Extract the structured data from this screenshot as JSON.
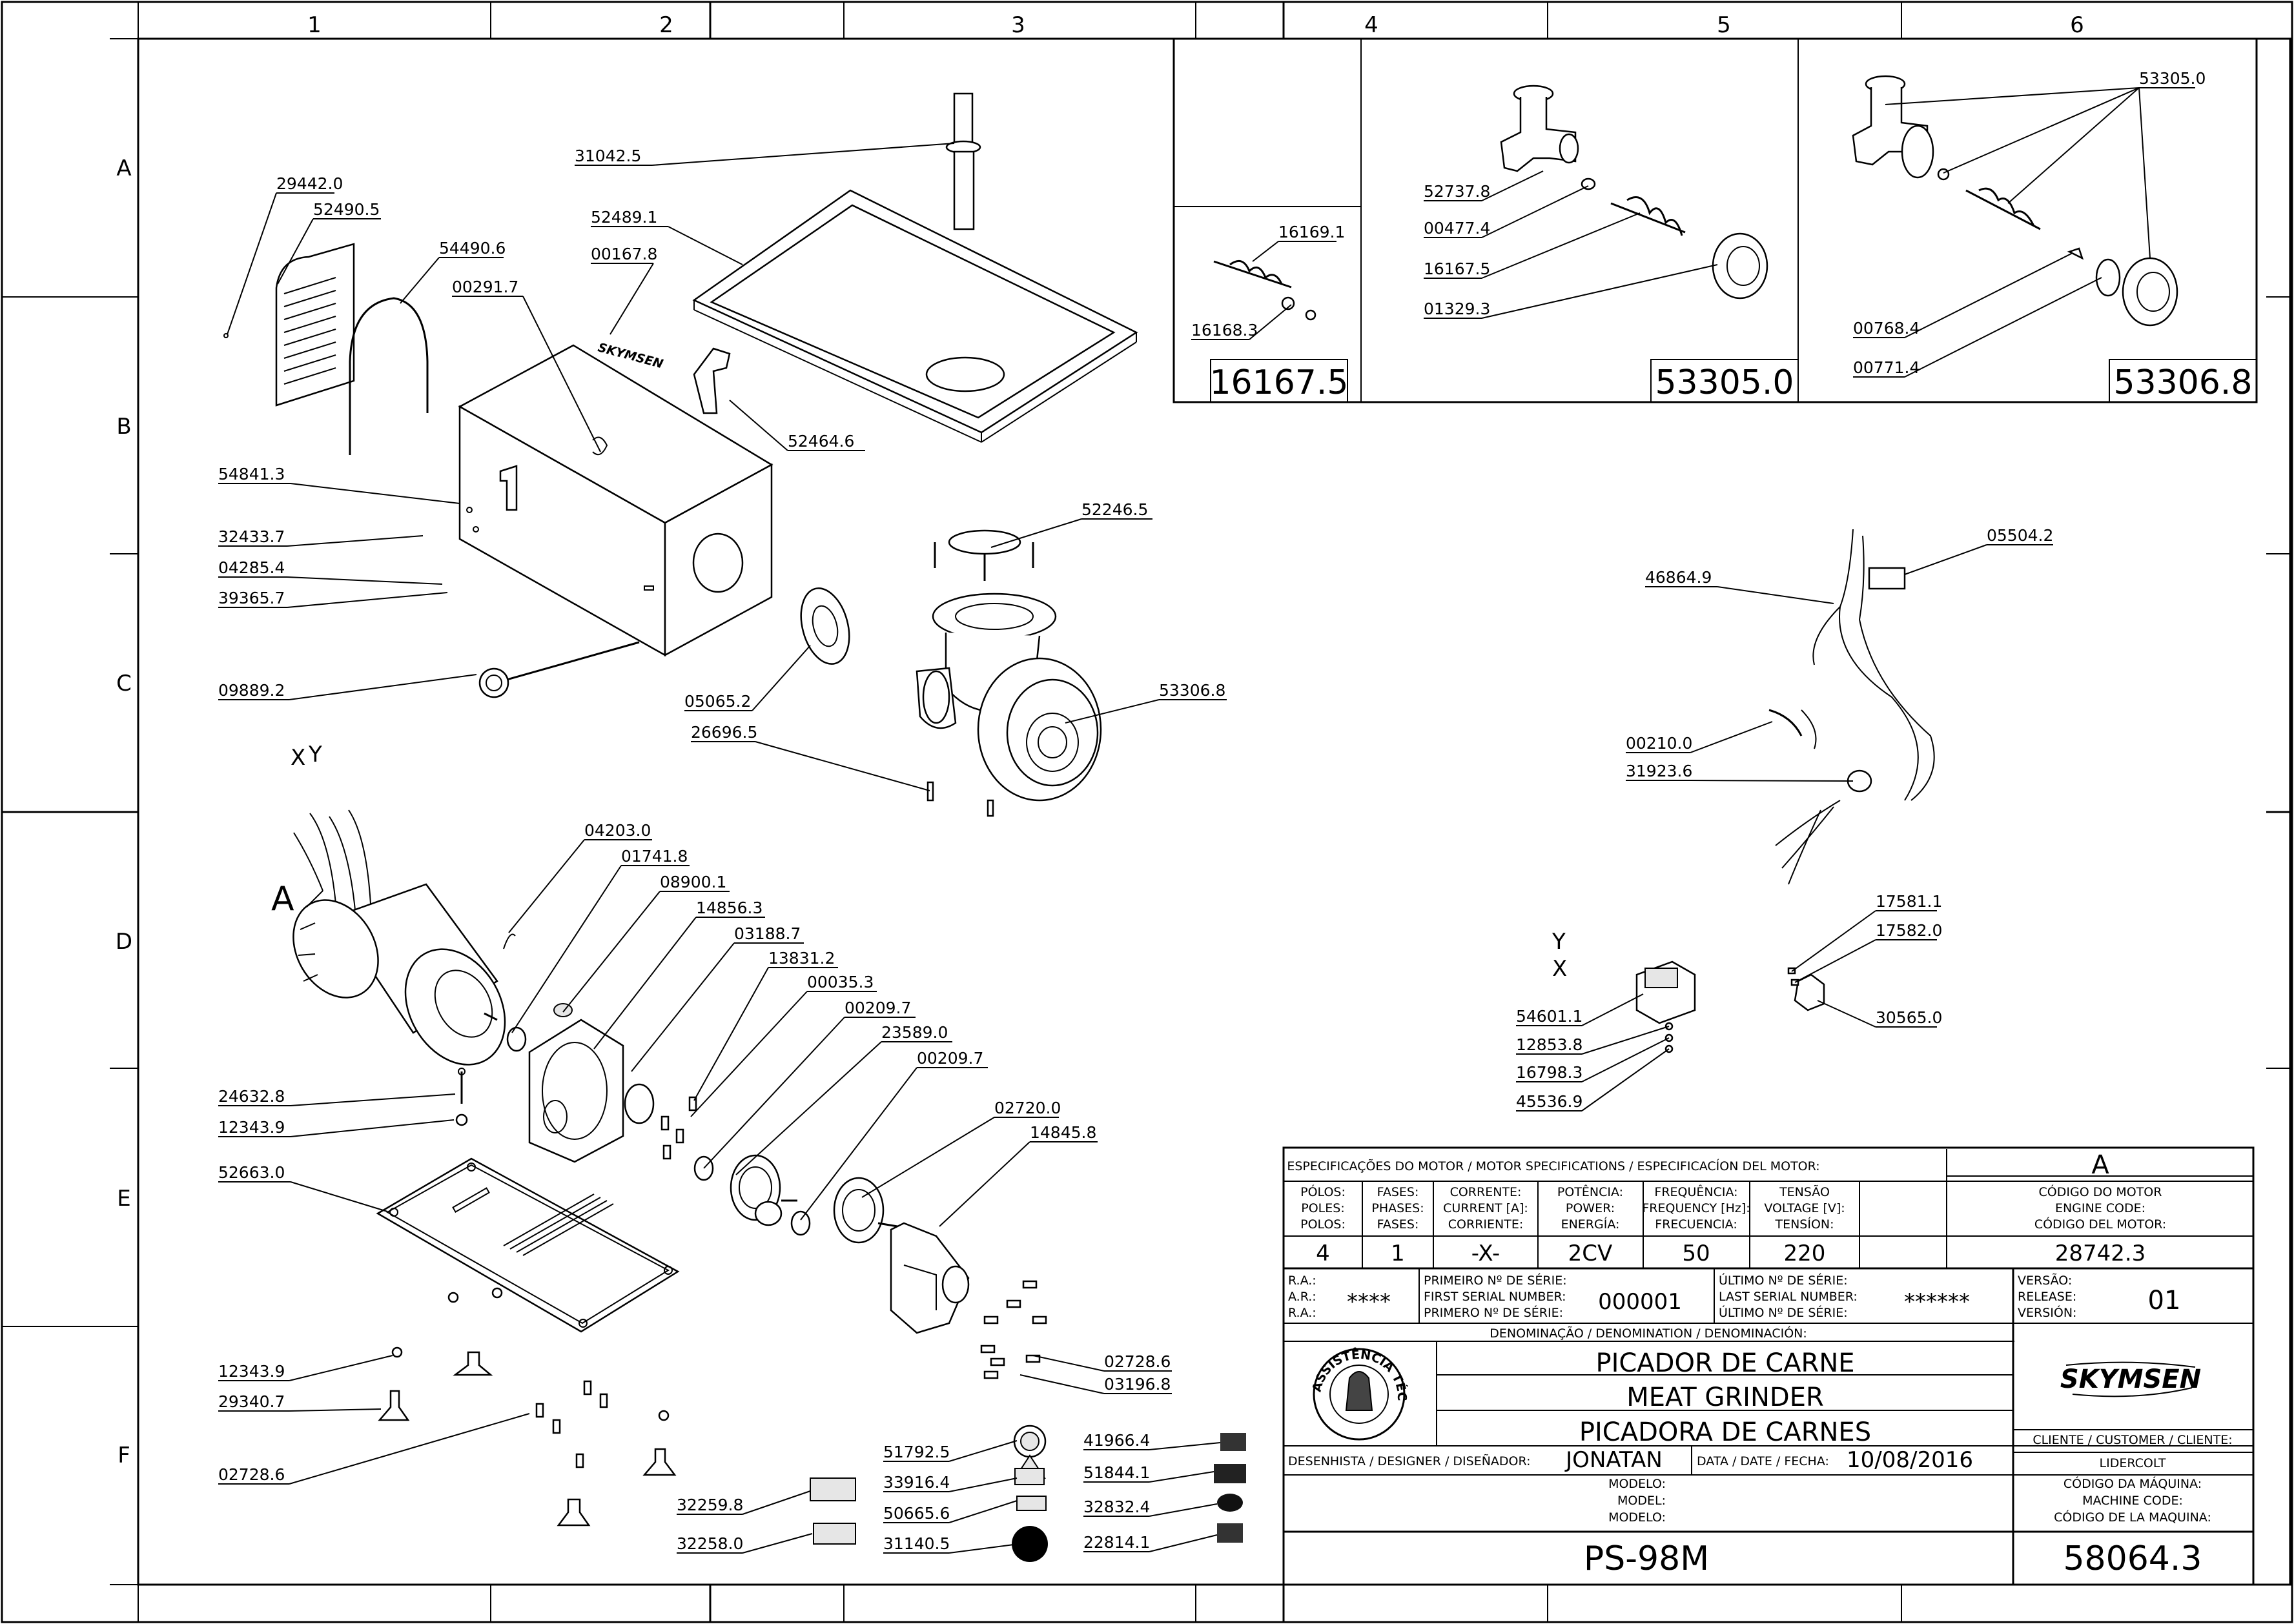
{
  "zones": {
    "columns": [
      "1",
      "2",
      "3",
      "4",
      "5",
      "6"
    ],
    "rows": [
      "A",
      "B",
      "C",
      "D",
      "E",
      "F"
    ]
  },
  "view_marks": {
    "a": "A",
    "x": "X",
    "y": "Y"
  },
  "parts": [
    {
      "id": "p1",
      "label": "31042.5"
    },
    {
      "id": "p2",
      "label": "52489.1"
    },
    {
      "id": "p3",
      "label": "00167.8"
    },
    {
      "id": "p4",
      "label": "29442.0"
    },
    {
      "id": "p5",
      "label": "52490.5"
    },
    {
      "id": "p6",
      "label": "54490.6"
    },
    {
      "id": "p7",
      "label": "00291.7"
    },
    {
      "id": "p8",
      "label": "52464.6"
    },
    {
      "id": "p9",
      "label": "54841.3"
    },
    {
      "id": "p10",
      "label": "32433.7"
    },
    {
      "id": "p11",
      "label": "04285.4"
    },
    {
      "id": "p12",
      "label": "39365.7"
    },
    {
      "id": "p13",
      "label": "52246.5"
    },
    {
      "id": "p14",
      "label": "09889.2"
    },
    {
      "id": "p15",
      "label": "05065.2"
    },
    {
      "id": "p16",
      "label": "53306.8"
    },
    {
      "id": "p17",
      "label": "26696.5"
    },
    {
      "id": "p18",
      "label": "04203.0"
    },
    {
      "id": "p19",
      "label": "01741.8"
    },
    {
      "id": "p20",
      "label": "08900.1"
    },
    {
      "id": "p21",
      "label": "14856.3"
    },
    {
      "id": "p22",
      "label": "03188.7"
    },
    {
      "id": "p23",
      "label": "13831.2"
    },
    {
      "id": "p24",
      "label": "00035.3"
    },
    {
      "id": "p25",
      "label": "00209.7"
    },
    {
      "id": "p26",
      "label": "23589.0"
    },
    {
      "id": "p27",
      "label": "00209.7"
    },
    {
      "id": "p28",
      "label": "24632.8"
    },
    {
      "id": "p29",
      "label": "12343.9"
    },
    {
      "id": "p30",
      "label": "02720.0"
    },
    {
      "id": "p31",
      "label": "14845.8"
    },
    {
      "id": "p32",
      "label": "52663.0"
    },
    {
      "id": "p33",
      "label": "12343.9"
    },
    {
      "id": "p34",
      "label": "29340.7"
    },
    {
      "id": "p35",
      "label": "02728.6"
    },
    {
      "id": "p36",
      "label": "02728.6"
    },
    {
      "id": "p37",
      "label": "03196.8"
    },
    {
      "id": "p38",
      "label": "51792.5"
    },
    {
      "id": "p39",
      "label": "33916.4"
    },
    {
      "id": "p40",
      "label": "50665.6"
    },
    {
      "id": "p41",
      "label": "31140.5"
    },
    {
      "id": "p42",
      "label": "32259.8"
    },
    {
      "id": "p43",
      "label": "32258.0"
    },
    {
      "id": "p44",
      "label": "41966.4"
    },
    {
      "id": "p45",
      "label": "51844.1"
    },
    {
      "id": "p46",
      "label": "32832.4"
    },
    {
      "id": "p47",
      "label": "22814.1"
    },
    {
      "id": "p48",
      "label": "16169.1"
    },
    {
      "id": "p49",
      "label": "16168.3"
    },
    {
      "id": "p50",
      "label": "52737.8"
    },
    {
      "id": "p51",
      "label": "00477.4"
    },
    {
      "id": "p52",
      "label": "16167.5"
    },
    {
      "id": "p53",
      "label": "01329.3"
    },
    {
      "id": "p54",
      "label": "53305.0"
    },
    {
      "id": "p55",
      "label": "00768.4"
    },
    {
      "id": "p56",
      "label": "00771.4"
    },
    {
      "id": "p57",
      "label": "46864.9"
    },
    {
      "id": "p58",
      "label": "05504.2"
    },
    {
      "id": "p59",
      "label": "00210.0"
    },
    {
      "id": "p60",
      "label": "31923.6"
    },
    {
      "id": "p61",
      "label": "17581.1"
    },
    {
      "id": "p62",
      "label": "17582.0"
    },
    {
      "id": "p63",
      "label": "54601.1"
    },
    {
      "id": "p64",
      "label": "30565.0"
    },
    {
      "id": "p65",
      "label": "12853.8"
    },
    {
      "id": "p66",
      "label": "16798.3"
    },
    {
      "id": "p67",
      "label": "45536.9"
    }
  ],
  "kits": [
    {
      "id": "k1",
      "label": "16167.5"
    },
    {
      "id": "k2",
      "label": "53305.0"
    },
    {
      "id": "k3",
      "label": "53306.8"
    }
  ],
  "title_block": {
    "motor_specs_header": "ESPECIFICAÇÕES DO MOTOR / MOTOR SPECIFICATIONS / ESPECIFICACÍON DEL MOTOR:",
    "motor_specs": [
      {
        "label": [
          "PÓLOS:",
          "POLES:",
          "POLOS:"
        ],
        "value": "4"
      },
      {
        "label": [
          "FASES:",
          "PHASES:",
          "FASES:"
        ],
        "value": "1"
      },
      {
        "label": [
          "CORRENTE:",
          "CURRENT [A]:",
          "CORRIENTE:"
        ],
        "value": "-X-"
      },
      {
        "label": [
          "POTÊNCIA:",
          "POWER:",
          "ENERGÍA:"
        ],
        "value": "2CV"
      },
      {
        "label": [
          "FREQUÊNCIA:",
          "FREQUENCY [Hz]:",
          "FRECUENCIA:"
        ],
        "value": "50"
      },
      {
        "label": [
          "TENSÃO",
          "VOLTAGE [V]:",
          "TENSÍON:"
        ],
        "value": "220"
      }
    ],
    "revision": "A",
    "engine_code_label": [
      "CÓDIGO DO MOTOR",
      "ENGINE CODE:",
      "CÓDIGO DEL MOTOR:"
    ],
    "engine_code": "28742.3",
    "ra_label": [
      "R.A.:",
      "A.R.:",
      "R.A.:"
    ],
    "ra_value": "****",
    "first_serial_label": [
      "PRIMEIRO Nº DE SÉRIE:",
      "FIRST SERIAL NUMBER:",
      "PRIMERO Nº DE SÉRIE:"
    ],
    "first_serial": "000001",
    "last_serial_label": [
      "ÚLTIMO Nº DE SÉRIE:",
      "LAST SERIAL NUMBER:",
      "ÚLTIMO Nº DE SÉRIE:"
    ],
    "last_serial": "******",
    "version_label": [
      "VERSÃO:",
      "RELEASE:",
      "VERSIÓN:"
    ],
    "version": "01",
    "denomination_label": "DENOMINAÇÃO / DENOMINATION / DENOMINACIÓN:",
    "denominations": [
      "PICADOR DE CARNE",
      "MEAT GRINDER",
      "PICADORA DE CARNES"
    ],
    "brand": "SKYMSEN",
    "seal_text": "ASSISTÊNCIA TÉCNICA AUTORIZADA",
    "customer_label": "CLIENTE / CUSTOMER / CLIENTE:",
    "customer": "LIDERCOLT",
    "designer_label": "DESENHISTA / DESIGNER / DISEÑADOR:",
    "designer": "JONATAN",
    "date_label": "DATA / DATE / FECHA:",
    "date": "10/08/2016",
    "model_label": [
      "MODELO:",
      "MODEL:",
      "MODELO:"
    ],
    "machine_code_label": [
      "CÓDIGO DA MÁQUINA:",
      "MACHINE CODE:",
      "CÓDIGO DE LA MAQUINA:"
    ],
    "model": "PS-98M",
    "machine_code": "58064.3"
  }
}
